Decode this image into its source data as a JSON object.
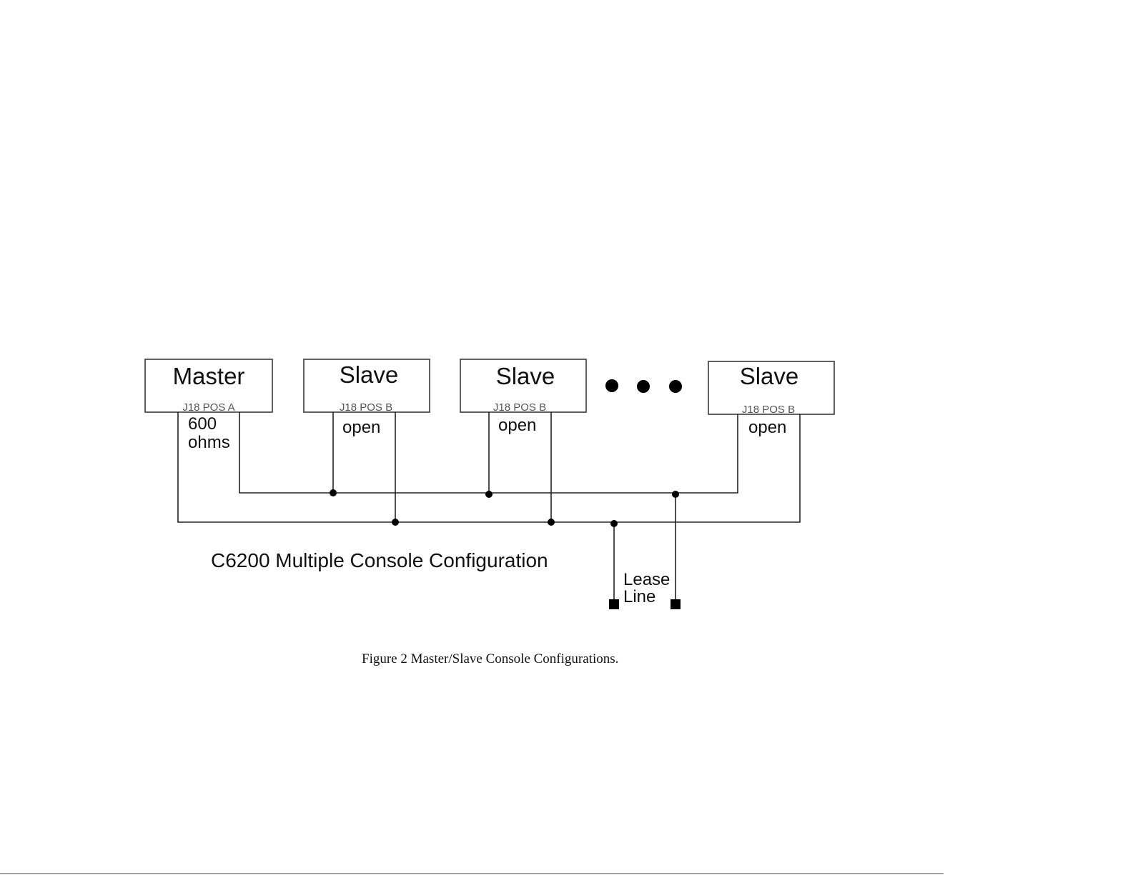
{
  "consoles": [
    {
      "role": "Master",
      "jumper": "J18 POS A",
      "termination": [
        "600",
        "ohms"
      ]
    },
    {
      "role": "Slave",
      "jumper": "J18 POS B",
      "termination": [
        "open"
      ]
    },
    {
      "role": "Slave",
      "jumper": "J18 POS B",
      "termination": [
        "open"
      ]
    },
    {
      "role": "Slave",
      "jumper": "J18 POS B",
      "termination": [
        "open"
      ]
    }
  ],
  "ellipsis_dots": 3,
  "diagram_title": "C6200 Multiple Console Configuration",
  "lease_line": [
    "Lease",
    "Line"
  ],
  "figure_caption": "Figure 2 Master/Slave Console Configurations."
}
